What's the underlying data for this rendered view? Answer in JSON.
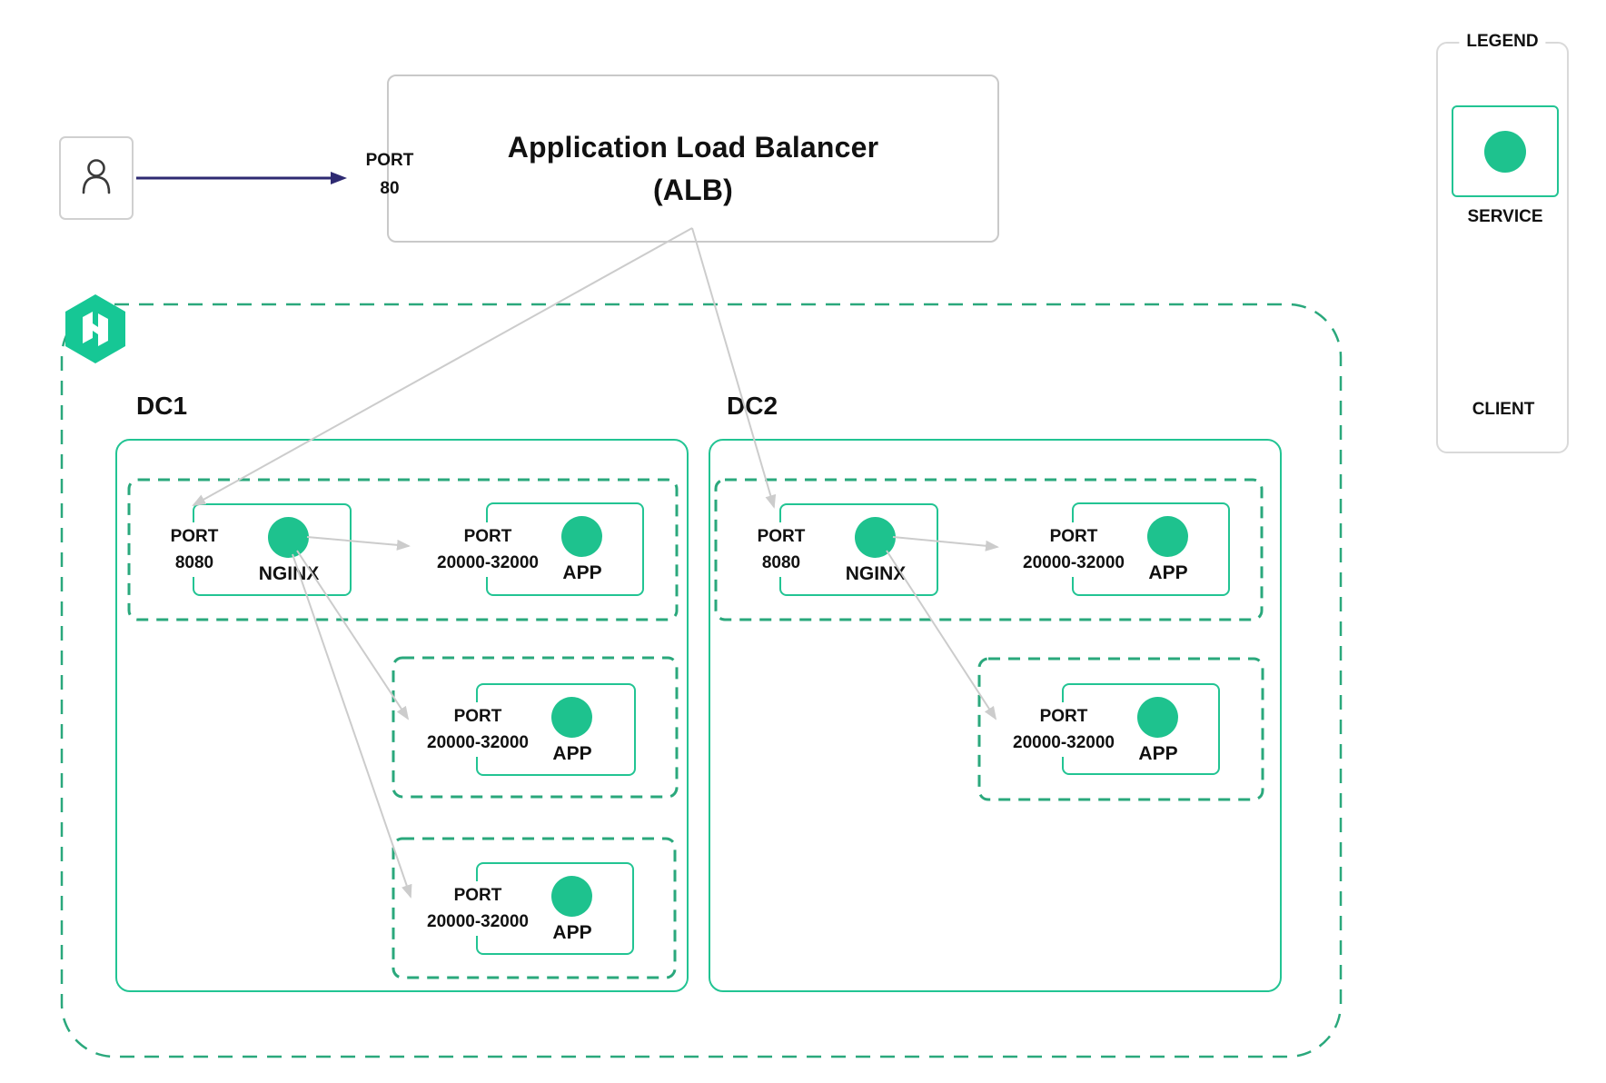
{
  "colors": {
    "service_green": "#1EC28E",
    "solid_border_green": "#22C493",
    "dashed_border_green": "#2AA87C",
    "gray_border": "#C9C9C9",
    "arrow_gray": "#CCCCCC",
    "arrow_navy": "#2E2A72",
    "text": "#111111"
  },
  "alb": {
    "title_line1": "Application Load Balancer",
    "title_line2": "(ALB)",
    "port_label": "PORT",
    "port_value": "80"
  },
  "legend": {
    "title": "LEGEND",
    "service_label": "SERVICE",
    "client_label": "CLIENT"
  },
  "datacenters": [
    {
      "name": "DC1",
      "groups": [
        {
          "services": [
            {
              "name": "NGINX",
              "port_label": "PORT",
              "port_value": "8080"
            },
            {
              "name": "APP",
              "port_label": "PORT",
              "port_value": "20000-32000"
            }
          ]
        },
        {
          "services": [
            {
              "name": "APP",
              "port_label": "PORT",
              "port_value": "20000-32000"
            }
          ]
        },
        {
          "services": [
            {
              "name": "APP",
              "port_label": "PORT",
              "port_value": "20000-32000"
            }
          ]
        }
      ]
    },
    {
      "name": "DC2",
      "groups": [
        {
          "services": [
            {
              "name": "NGINX",
              "port_label": "PORT",
              "port_value": "8080"
            },
            {
              "name": "APP",
              "port_label": "PORT",
              "port_value": "20000-32000"
            }
          ]
        },
        {
          "services": [
            {
              "name": "APP",
              "port_label": "PORT",
              "port_value": "20000-32000"
            }
          ]
        }
      ]
    }
  ]
}
